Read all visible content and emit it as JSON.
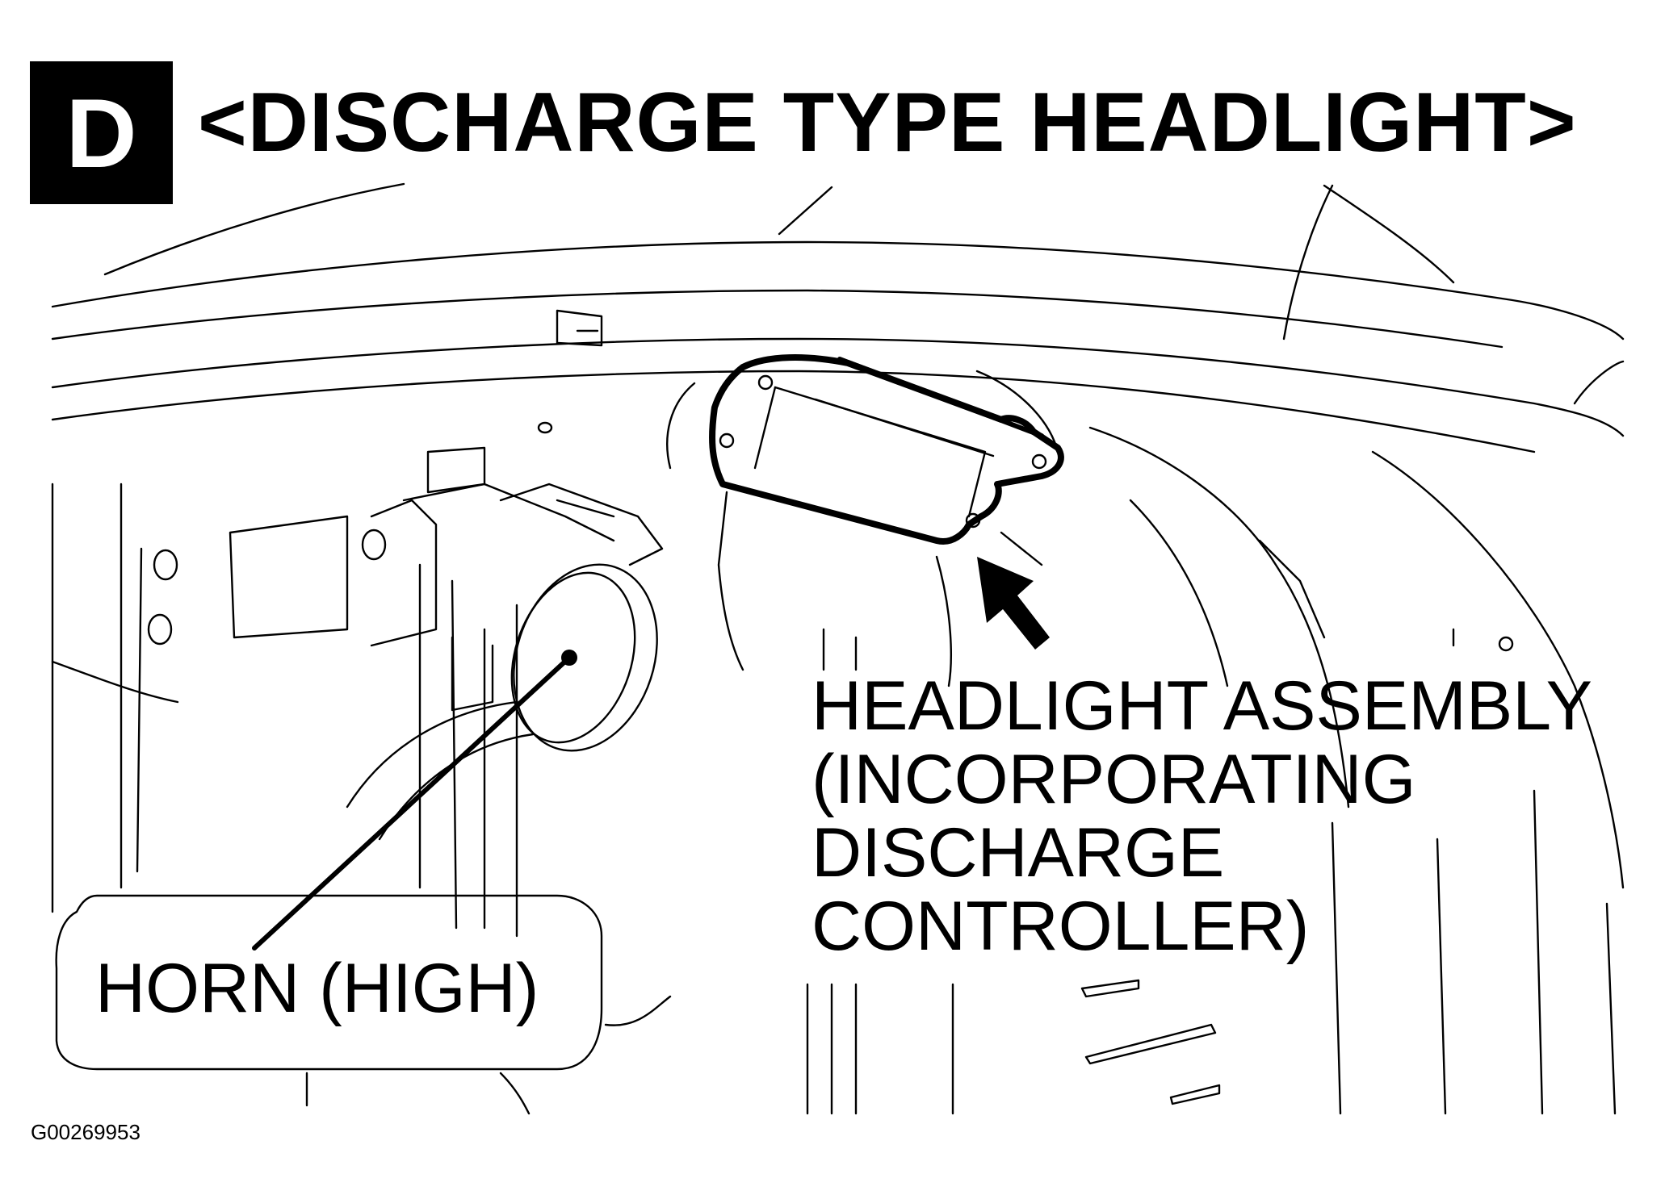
{
  "figure": {
    "badge": "D",
    "title": "<DISCHARGE TYPE HEADLIGHT>",
    "figure_id": "G00269953"
  },
  "callouts": {
    "headlight_assembly": {
      "lines": [
        "HEADLIGHT ASSEMBLY",
        "(INCORPORATING",
        "DISCHARGE",
        "CONTROLLER)"
      ]
    },
    "horn": {
      "label": "HORN (HIGH)"
    }
  }
}
